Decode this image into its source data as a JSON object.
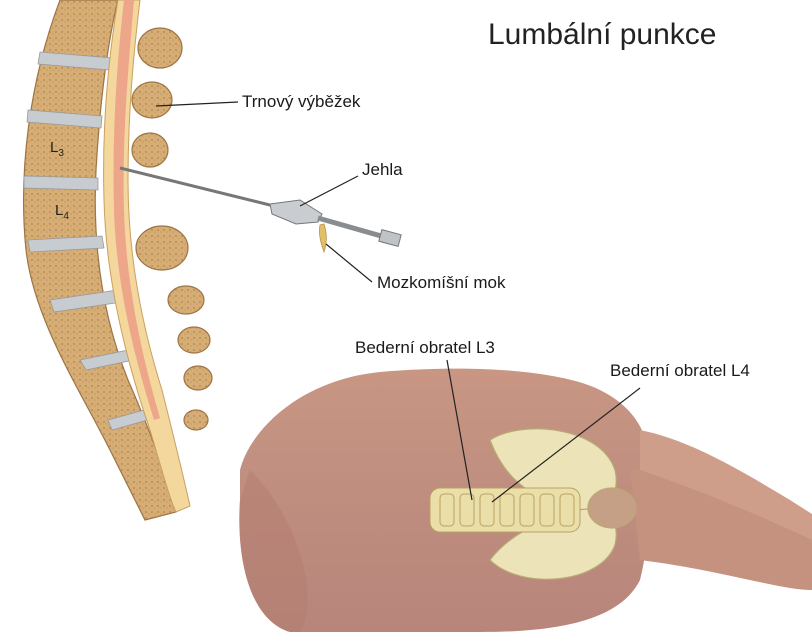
{
  "title": "Lumbální punkce",
  "labels": {
    "spinous_process": "Trnový výběžek",
    "needle": "Jehla",
    "csf": "Mozkomíšní mok",
    "vertebra_l3": "Bederní obratel L3",
    "vertebra_l4": "Bederní obratel L4"
  },
  "vertebra_marks": {
    "l3_letter": "L",
    "l3_num": "3",
    "l4_letter": "L",
    "l4_num": "4"
  },
  "colors": {
    "bone": "#d9b27a",
    "bone_dark": "#b58a52",
    "disc": "#c9cfd3",
    "cord": "#f3d49a",
    "cord_core": "#eea98a",
    "skin": "#c99a86",
    "skin_shadow": "#b8867a",
    "pelvis": "#ece2b8"
  }
}
